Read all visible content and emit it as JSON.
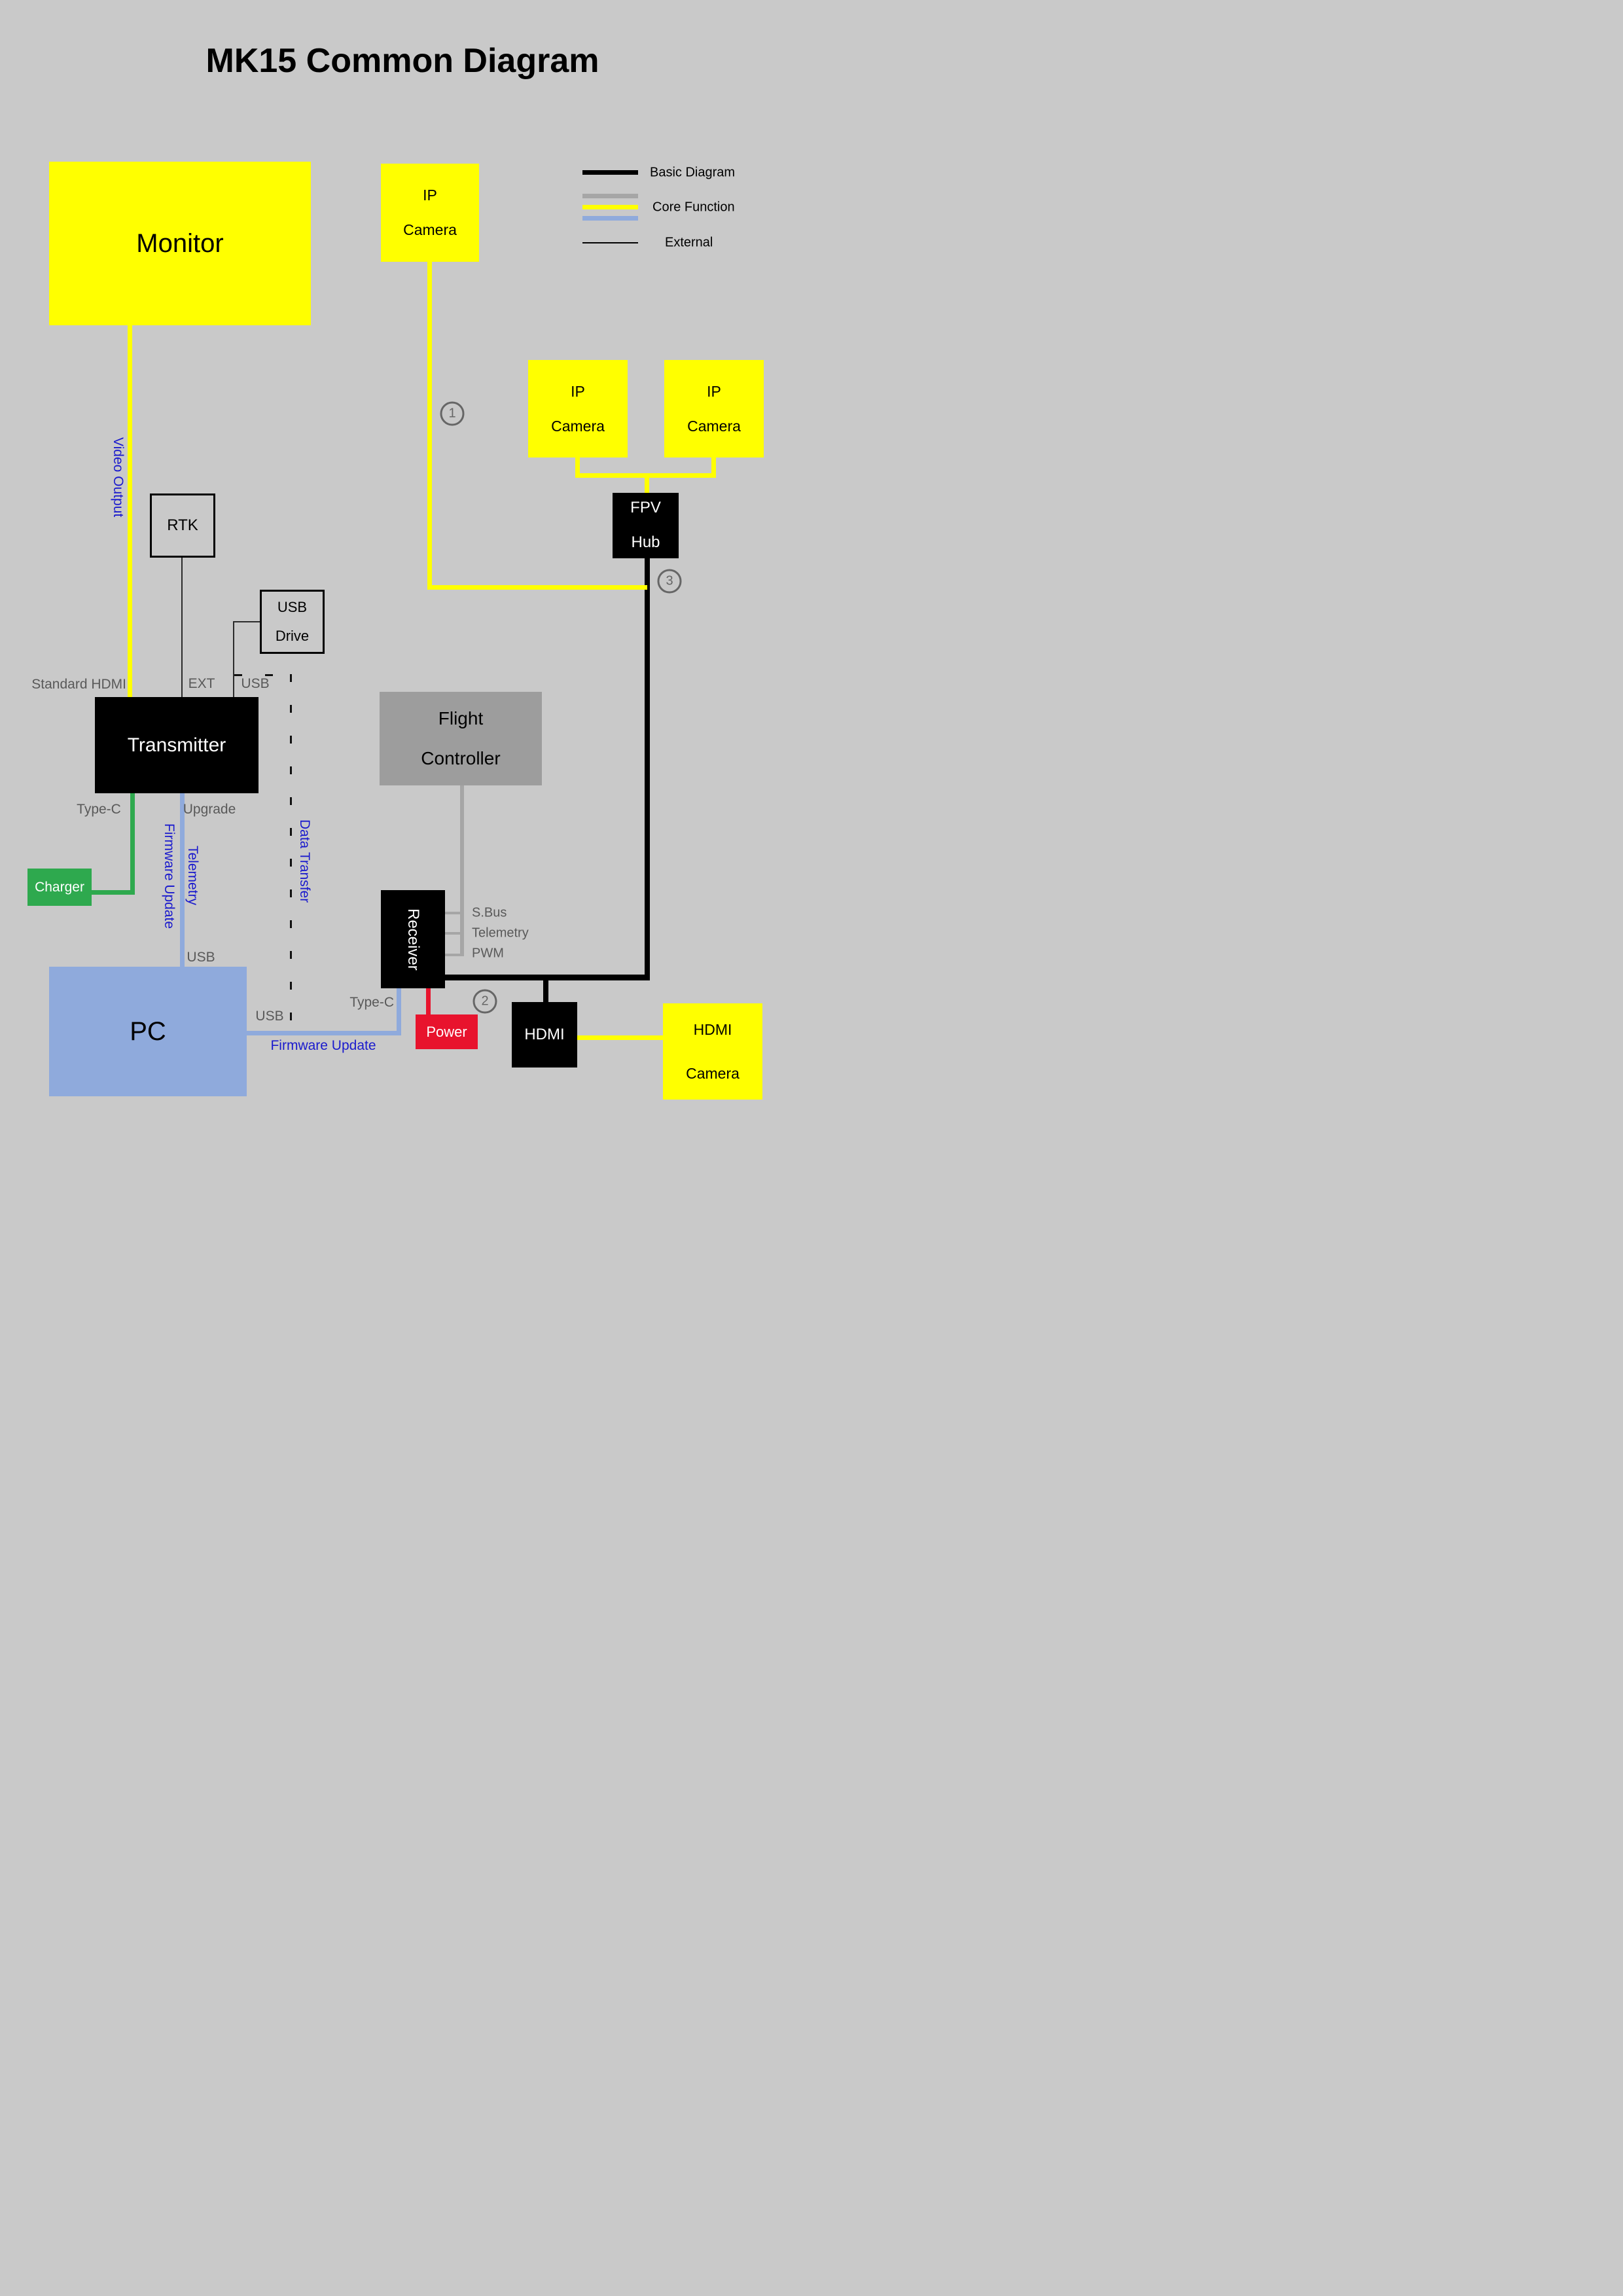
{
  "title": "MK15 Common Diagram",
  "legend": {
    "basic": "Basic Diagram",
    "core": "Core Function",
    "external": "External"
  },
  "colors": {
    "background": "#C9C9C9",
    "yellow": "#FFFF00",
    "blue": "#8FAADC",
    "green": "#2EA94E",
    "red": "#E8132D",
    "black": "#000000",
    "gray_wire": "#A6A6A6",
    "gray_text": "#595959",
    "blue_label": "#1A1ACD",
    "fc_gray": "#9D9D9D"
  },
  "nodes": {
    "monitor": {
      "label": "Monitor"
    },
    "rtk": {
      "label": "RTK"
    },
    "usb_drive": {
      "line1": "USB",
      "line2": "Drive"
    },
    "transmitter": {
      "label": "Transmitter"
    },
    "charger": {
      "label": "Charger"
    },
    "pc": {
      "label": "PC"
    },
    "receiver": {
      "label": "Receiver"
    },
    "power": {
      "label": "Power"
    },
    "flight_controller": {
      "line1": "Flight",
      "line2": "Controller"
    },
    "hdmi": {
      "label": "HDMI"
    },
    "hdmi_camera": {
      "line1": "HDMI",
      "line2": "Camera"
    },
    "ip_camera_top": {
      "line1": "IP",
      "line2": "Camera"
    },
    "ip_camera_left": {
      "line1": "IP",
      "line2": "Camera"
    },
    "ip_camera_right": {
      "line1": "IP",
      "line2": "Camera"
    },
    "fpv_hub": {
      "line1": "FPV",
      "line2": "Hub"
    }
  },
  "port_labels": {
    "standard_hdmi": "Standard HDMI",
    "ext": "EXT",
    "usb_top": "USB",
    "type_c_tx": "Type-C",
    "upgrade": "Upgrade",
    "usb_tx_bottom": "USB",
    "usb_pc": "USB",
    "type_c_rx": "Type-C",
    "sbus": "S.Bus",
    "telemetry_rx": "Telemetry",
    "pwm": "PWM"
  },
  "wire_labels": {
    "video_output": "Video Output",
    "firmware_update_v": "Firmware Update",
    "telemetry_v": "Telemetry",
    "data_transfer": "Data Transfer",
    "firmware_update_h": "Firmware Update"
  },
  "markers": {
    "m1": "1",
    "m2": "2",
    "m3": "3"
  }
}
